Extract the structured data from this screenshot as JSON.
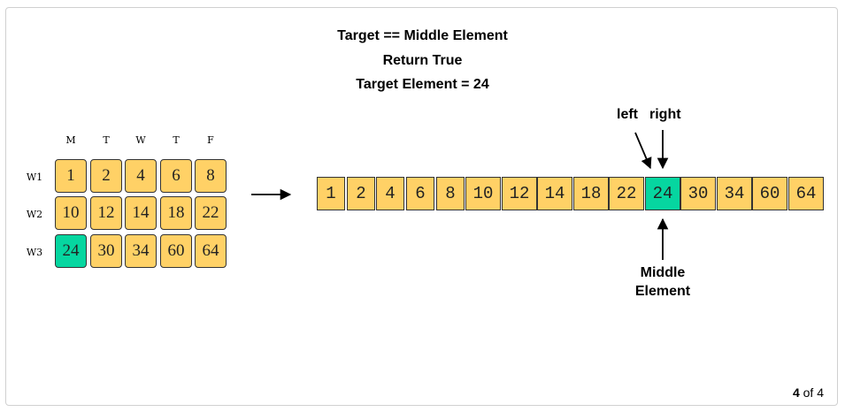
{
  "captions": [
    "Target == Middle Element",
    "Return True",
    "Target Element = 24"
  ],
  "grid": {
    "columns": [
      "M",
      "T",
      "W",
      "T",
      "F"
    ],
    "rows": [
      "W1",
      "W2",
      "W3"
    ],
    "values": [
      [
        1,
        2,
        4,
        6,
        8
      ],
      [
        10,
        12,
        14,
        18,
        22
      ],
      [
        24,
        30,
        34,
        60,
        64
      ]
    ],
    "highlight": [
      2,
      0
    ]
  },
  "array": {
    "values": [
      1,
      2,
      4,
      6,
      8,
      10,
      12,
      14,
      18,
      22,
      24,
      30,
      34,
      60,
      64
    ],
    "highlight_index": 10
  },
  "pointers": {
    "left": "left",
    "right": "right",
    "middle_line1": "Middle",
    "middle_line2": "Element"
  },
  "pager": {
    "current": "4",
    "of": "of",
    "total": "4"
  },
  "colors": {
    "cell": "#ffd166",
    "target": "#06d6a0",
    "border": "#333333"
  }
}
